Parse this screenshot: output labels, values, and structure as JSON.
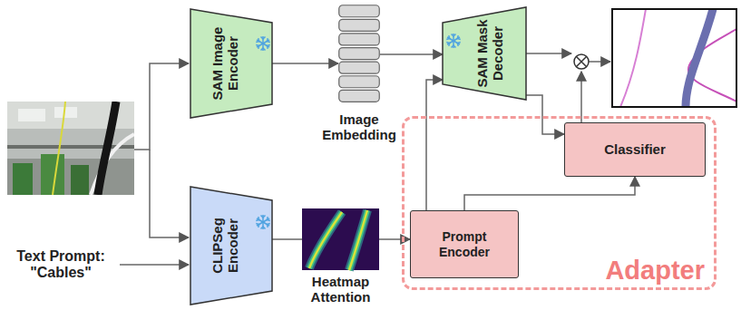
{
  "diagram": {
    "nodes": [
      {
        "text": [
          "SAM Image Encoder"
        ]
      },
      {
        "text": [
          "Image Embedding"
        ]
      },
      {
        "text": [
          "SAM Mask Decoder"
        ]
      },
      {
        "text": [
          "Adapter"
        ]
      },
      {
        "text": [
          "Classifier"
        ],
        "in": 3
      },
      {
        "text": [
          "CLIPSeg Encoder"
        ]
      },
      {
        "text": [
          "Heatmap Attention"
        ]
      },
      {
        "text": [
          "Prompt Encoder"
        ],
        "in": 3
      }
    ],
    "edges": [
      {
        "from": 0,
        "to": 1,
        "arrow": "to"
      },
      {
        "from": 1,
        "to": 2,
        "arrow": "to"
      },
      {
        "from": 5,
        "to": 6,
        "arrow": "none"
      },
      {
        "from": 6,
        "to": 7,
        "arrow": "to"
      },
      {
        "from": 7,
        "to": 2,
        "arrow": "to"
      },
      {
        "from": 7,
        "to": 4,
        "arrow": "to"
      },
      {
        "from": 2,
        "to": 4,
        "arrow": "to"
      }
    ],
    "labels": [
      "Text Prompt: \"Cables\""
    ]
  }
}
